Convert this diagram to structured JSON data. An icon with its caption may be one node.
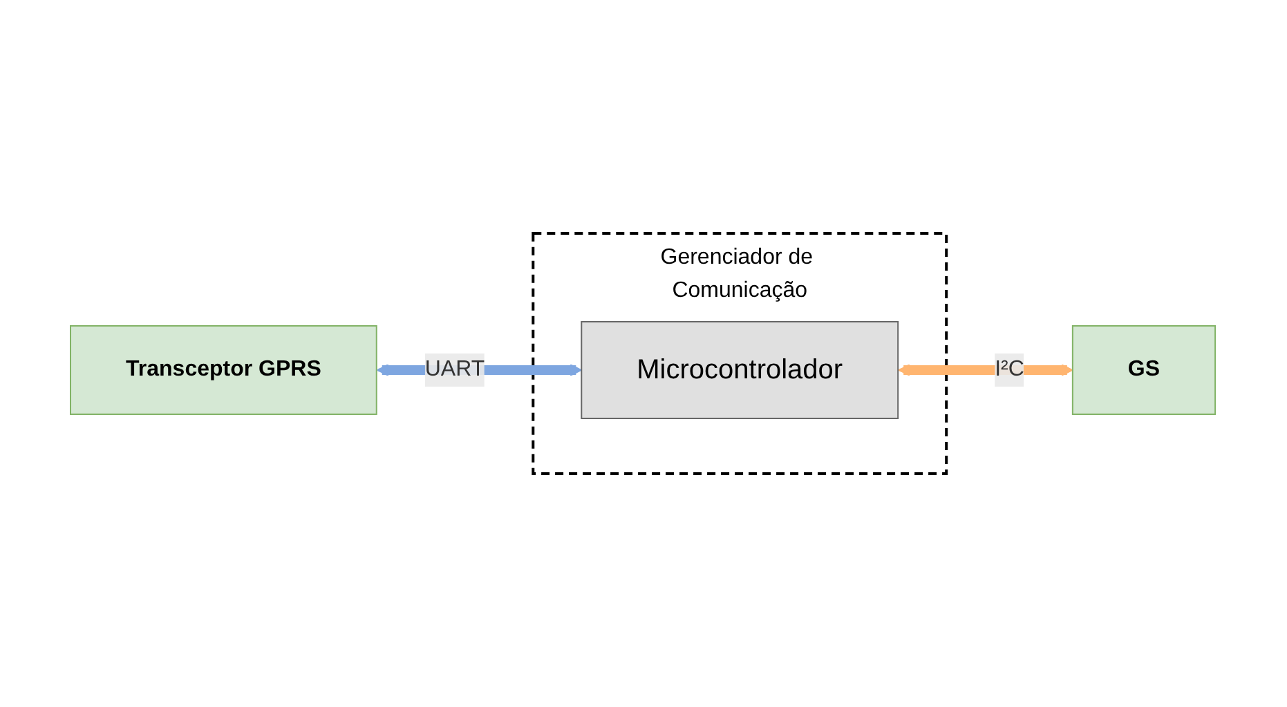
{
  "diagram": {
    "nodes": [
      {
        "text": [
          "Gerenciador de Comunicação"
        ]
      },
      {
        "text": [
          "Transceptor GPRS"
        ]
      },
      {
        "text": [
          "Microcontrolador"
        ],
        "in": 0
      },
      {
        "text": [
          "GS"
        ]
      }
    ],
    "edges": [
      {
        "from": 1,
        "to": 2,
        "arrow": "both",
        "label": "UART",
        "color": "#7ea6e0"
      },
      {
        "from": 2,
        "to": 3,
        "arrow": "both",
        "label": "I²C",
        "color": "#ffb570"
      }
    ]
  }
}
